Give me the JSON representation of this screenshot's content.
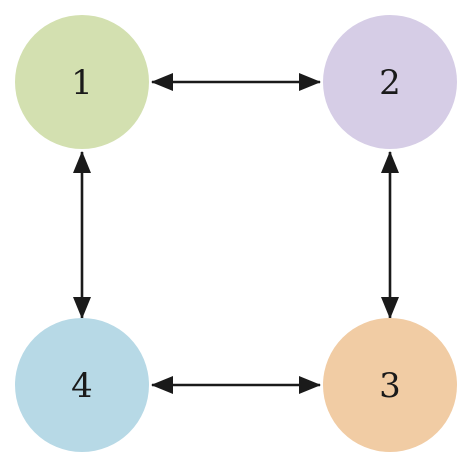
{
  "nodes": [
    {
      "id": "1",
      "label": "1",
      "color": "#d3e0b0"
    },
    {
      "id": "2",
      "label": "2",
      "color": "#d6cde6"
    },
    {
      "id": "3",
      "label": "3",
      "color": "#f1cca4"
    },
    {
      "id": "4",
      "label": "4",
      "color": "#b7d9e6"
    }
  ],
  "edges": [
    {
      "from": "1",
      "to": "2",
      "direction": "bidirectional"
    },
    {
      "from": "2",
      "to": "3",
      "direction": "bidirectional"
    },
    {
      "from": "3",
      "to": "4",
      "direction": "bidirectional"
    },
    {
      "from": "4",
      "to": "1",
      "direction": "bidirectional"
    }
  ],
  "edge_color": "#1a1a1a"
}
